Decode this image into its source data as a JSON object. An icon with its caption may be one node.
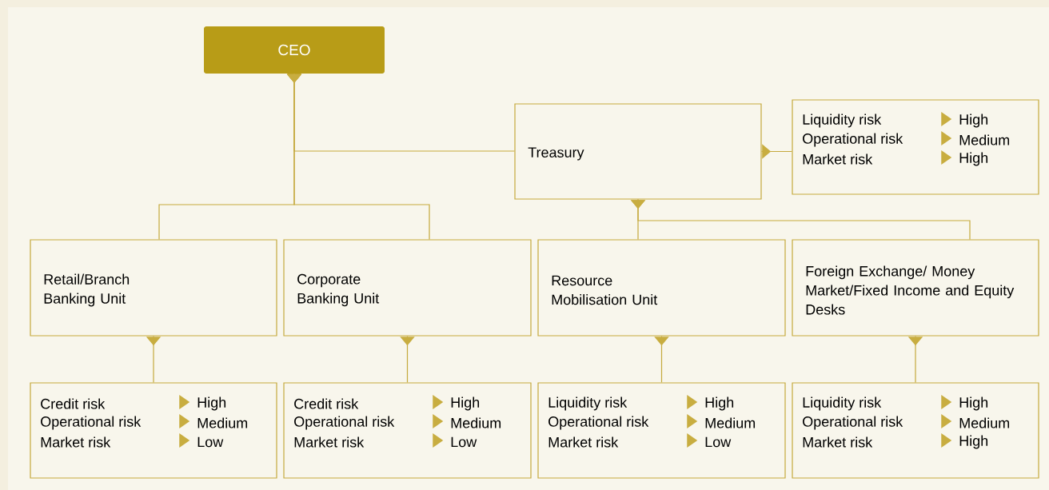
{
  "diagram": {
    "nodes": [
      {
        "text": [
          "CEO"
        ]
      },
      {
        "text": [
          "Treasury"
        ]
      },
      {
        "text": [
          "Liquidity risk",
          "High",
          "Operational risk",
          "Medium",
          "Market risk",
          "High"
        ]
      },
      {
        "text": [
          "Retail/Branch Banking Unit"
        ]
      },
      {
        "text": [
          "Corporate Banking Unit"
        ]
      },
      {
        "text": [
          "Resource Mobilisation Unit"
        ]
      },
      {
        "text": [
          "Foreign Exchange/ Money Market/Fixed Income and Equity Desks"
        ]
      },
      {
        "text": [
          "Credit risk",
          "High",
          "Operational risk",
          "Medium",
          "Market risk",
          "Low"
        ]
      },
      {
        "text": [
          "Credit risk",
          "High",
          "Operational risk",
          "Medium",
          "Market risk",
          "Low"
        ]
      },
      {
        "text": [
          "Liquidity risk",
          "High",
          "Operational risk",
          "Medium",
          "Market risk",
          "Low"
        ]
      },
      {
        "text": [
          "Liquidity risk",
          "High",
          "Operational risk",
          "Medium",
          "Market risk",
          "High"
        ]
      }
    ],
    "edges": [
      {
        "from": 0,
        "to": 1,
        "arrow": "to"
      },
      {
        "from": 0,
        "to": 3,
        "arrow": "to"
      },
      {
        "from": 0,
        "to": 4,
        "arrow": "to"
      },
      {
        "from": 1,
        "to": 2,
        "arrow": "to"
      },
      {
        "from": 1,
        "to": 5,
        "arrow": "to"
      },
      {
        "from": 1,
        "to": 6,
        "arrow": "to"
      },
      {
        "from": 3,
        "to": 7,
        "arrow": "to"
      },
      {
        "from": 4,
        "to": 8,
        "arrow": "to"
      },
      {
        "from": 5,
        "to": 9,
        "arrow": "to"
      },
      {
        "from": 6,
        "to": 10,
        "arrow": "to"
      }
    ]
  }
}
